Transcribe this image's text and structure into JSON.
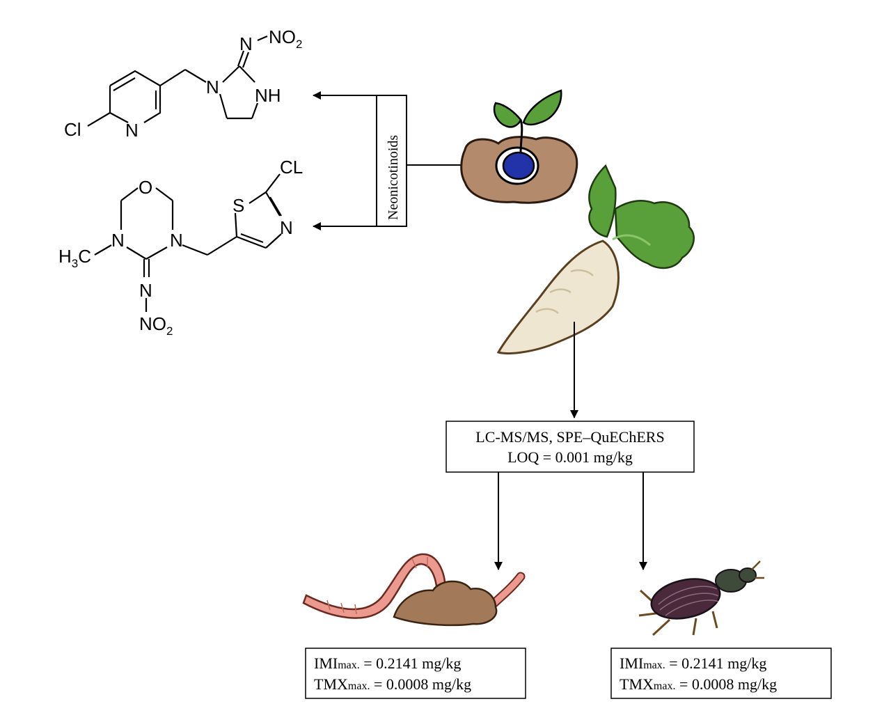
{
  "imidacloprid": {
    "cl": "Cl",
    "n_ring": "N",
    "n1": "N",
    "nh": "NH",
    "n_imine": "N",
    "no2": "NO",
    "no2_sub": "2"
  },
  "thiamethoxam": {
    "o": "O",
    "n_left": "N",
    "n_right": "N",
    "h3c": "H",
    "h3c_sub": "3",
    "h3c_c": "C",
    "n_imine": "N",
    "no2": "NO",
    "no2_sub": "2",
    "s": "S",
    "n_thz": "N",
    "cl": "CL"
  },
  "neonicotinoids_label": "Neonicotinoids",
  "analysis_box": {
    "line1": "LC-MS/MS, SPE–QuEChERS",
    "line2": "LOQ = 0.001 mg/kg"
  },
  "earthworm_box": {
    "imi_main": "IMI",
    "imi_sub": "max.",
    "imi_value": " = 0.2141 mg/kg",
    "tmx_main": "TMX",
    "tmx_sub": "max.",
    "tmx_value": " = 0.0008 mg/kg"
  },
  "beetle_box": {
    "imi_main": "IMI",
    "imi_sub": "max.",
    "imi_value": " = 0.2141 mg/kg",
    "tmx_main": "TMX",
    "tmx_sub": "max.",
    "tmx_value": " = 0.0008 mg/kg"
  },
  "colors": {
    "soil": "#b48a6c",
    "seed": "#2233aa",
    "leaf": "#5aa03a",
    "root": "#efe6d2",
    "worm": "#ec9a8f",
    "beetle": "#4a2a3a"
  },
  "icons": [
    "seedling-in-soil-icon",
    "sugar-beet-icon",
    "earthworm-icon",
    "beetle-icon"
  ]
}
